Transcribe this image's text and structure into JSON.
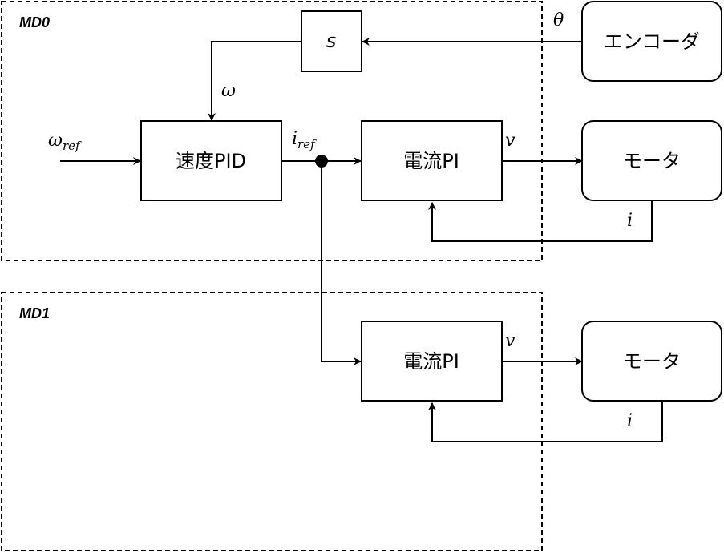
{
  "groups": {
    "md0": "MD0",
    "md1": "MD1"
  },
  "blocks": {
    "differentiator": "s",
    "encoder": "エンコーダ",
    "speed_pid": "速度PID",
    "current_pi_0": "電流PI",
    "motor_0": "モータ",
    "current_pi_1": "電流PI",
    "motor_1": "モータ"
  },
  "signals": {
    "theta": "θ",
    "omega": "ω",
    "omega_ref": {
      "base": "ω",
      "sub": "ref"
    },
    "i_ref": {
      "base": "i",
      "sub": "ref"
    },
    "v0": "v",
    "i0": "i",
    "v1": "v",
    "i1": "i"
  }
}
